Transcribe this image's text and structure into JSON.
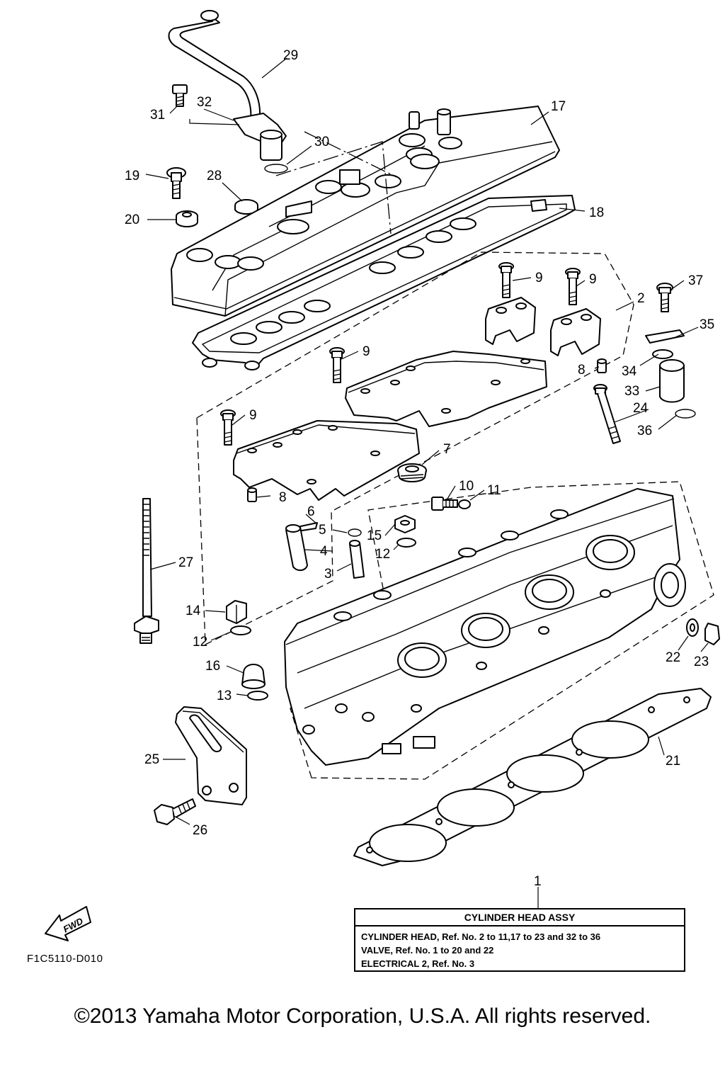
{
  "callouts": [
    {
      "id": "c1",
      "label": "1"
    },
    {
      "id": "c2",
      "label": "2"
    },
    {
      "id": "c3",
      "label": "3"
    },
    {
      "id": "c4",
      "label": "4"
    },
    {
      "id": "c5",
      "label": "5"
    },
    {
      "id": "c6",
      "label": "6"
    },
    {
      "id": "c7",
      "label": "7"
    },
    {
      "id": "c8a",
      "label": "8"
    },
    {
      "id": "c8b",
      "label": "8"
    },
    {
      "id": "c9a",
      "label": "9"
    },
    {
      "id": "c9b",
      "label": "9"
    },
    {
      "id": "c9c",
      "label": "9"
    },
    {
      "id": "c9d",
      "label": "9"
    },
    {
      "id": "c10",
      "label": "10"
    },
    {
      "id": "c11",
      "label": "11"
    },
    {
      "id": "c12a",
      "label": "12"
    },
    {
      "id": "c12b",
      "label": "12"
    },
    {
      "id": "c13",
      "label": "13"
    },
    {
      "id": "c14",
      "label": "14"
    },
    {
      "id": "c15",
      "label": "15"
    },
    {
      "id": "c16",
      "label": "16"
    },
    {
      "id": "c17",
      "label": "17"
    },
    {
      "id": "c18",
      "label": "18"
    },
    {
      "id": "c19",
      "label": "19"
    },
    {
      "id": "c20",
      "label": "20"
    },
    {
      "id": "c21",
      "label": "21"
    },
    {
      "id": "c22",
      "label": "22"
    },
    {
      "id": "c23",
      "label": "23"
    },
    {
      "id": "c24",
      "label": "24"
    },
    {
      "id": "c25",
      "label": "25"
    },
    {
      "id": "c26",
      "label": "26"
    },
    {
      "id": "c27",
      "label": "27"
    },
    {
      "id": "c28",
      "label": "28"
    },
    {
      "id": "c29",
      "label": "29"
    },
    {
      "id": "c30",
      "label": "30"
    },
    {
      "id": "c31",
      "label": "31"
    },
    {
      "id": "c32",
      "label": "32"
    },
    {
      "id": "c33",
      "label": "33"
    },
    {
      "id": "c34",
      "label": "34"
    },
    {
      "id": "c35",
      "label": "35"
    },
    {
      "id": "c36",
      "label": "36"
    },
    {
      "id": "c37",
      "label": "37"
    }
  ],
  "fwd_label": "FWD",
  "assembly_box": {
    "title": "CYLINDER HEAD ASSY",
    "lines": [
      "CYLINDER HEAD,  Ref. No. 2 to 11,17 to 23 and 32 to 36",
      "VALVE,  Ref. No. 1 to 20 and 22",
      "ELECTRICAL 2,  Ref. No. 3"
    ]
  },
  "drawing_code": "F1C5110-D010",
  "copyright": "©2013 Yamaha Motor Corporation, U.S.A. All rights reserved."
}
